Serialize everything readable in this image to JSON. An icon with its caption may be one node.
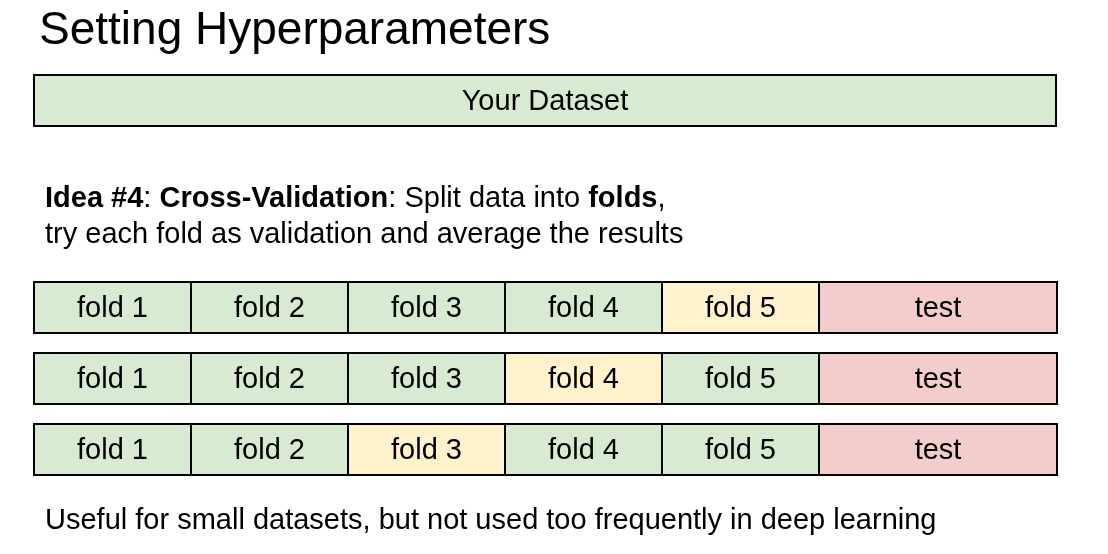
{
  "diagram": {
    "title": "Setting Hyperparameters",
    "nodes": [
      {
        "text": [
          "Your Dataset"
        ]
      },
      {
        "text": [
          "fold 1"
        ]
      },
      {
        "text": [
          "fold 2"
        ]
      },
      {
        "text": [
          "fold 3"
        ]
      },
      {
        "text": [
          "fold 4"
        ]
      },
      {
        "text": [
          "fold 5"
        ]
      },
      {
        "text": [
          "test"
        ]
      },
      {
        "text": [
          "fold 1"
        ]
      },
      {
        "text": [
          "fold 2"
        ]
      },
      {
        "text": [
          "fold 3"
        ]
      },
      {
        "text": [
          "fold 4"
        ]
      },
      {
        "text": [
          "fold 5"
        ]
      },
      {
        "text": [
          "test"
        ]
      },
      {
        "text": [
          "fold 1"
        ]
      },
      {
        "text": [
          "fold 2"
        ]
      },
      {
        "text": [
          "fold 3"
        ]
      },
      {
        "text": [
          "fold 4"
        ]
      },
      {
        "text": [
          "fold 5"
        ]
      },
      {
        "text": [
          "test"
        ]
      }
    ],
    "labels": [
      "**Idea #4**: **Cross-Validation**: Split data into **folds**, try each fold as validation and average the results",
      "Useful for small datasets, but not used too frequently in deep learning"
    ]
  }
}
